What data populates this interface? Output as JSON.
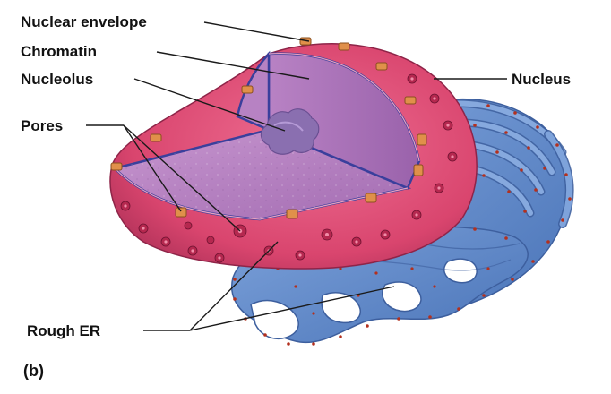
{
  "labels": {
    "nuclear_envelope": "Nuclear envelope",
    "chromatin": "Chromatin",
    "nucleolus": "Nucleolus",
    "pores": "Pores",
    "nucleus": "Nucleus",
    "rough_er": "Rough ER",
    "panel": "(b)"
  },
  "colors": {
    "nucleus_outer": "#d9456e",
    "nucleus_cut": "#b77bc0",
    "membrane_edge": "#3a3f9c",
    "pore": "#e0904a",
    "nucleolus": "#8a6fb0",
    "rough_er": "#5b86c9",
    "ribosome": "#b3301e"
  }
}
